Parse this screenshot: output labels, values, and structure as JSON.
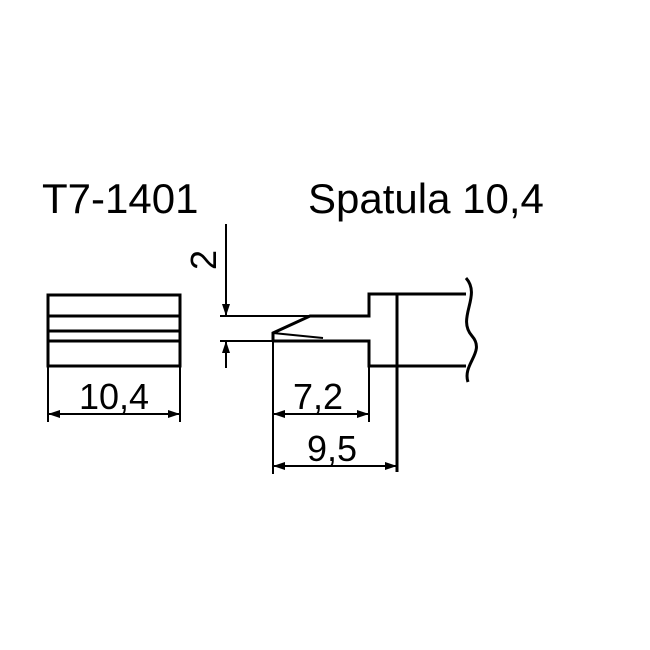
{
  "part_number": "T7-1401",
  "description": "Spatula 10,4",
  "dimensions": {
    "gap": "2",
    "width": "10,4",
    "tip_length": "7,2",
    "overall_length": "9,5"
  }
}
